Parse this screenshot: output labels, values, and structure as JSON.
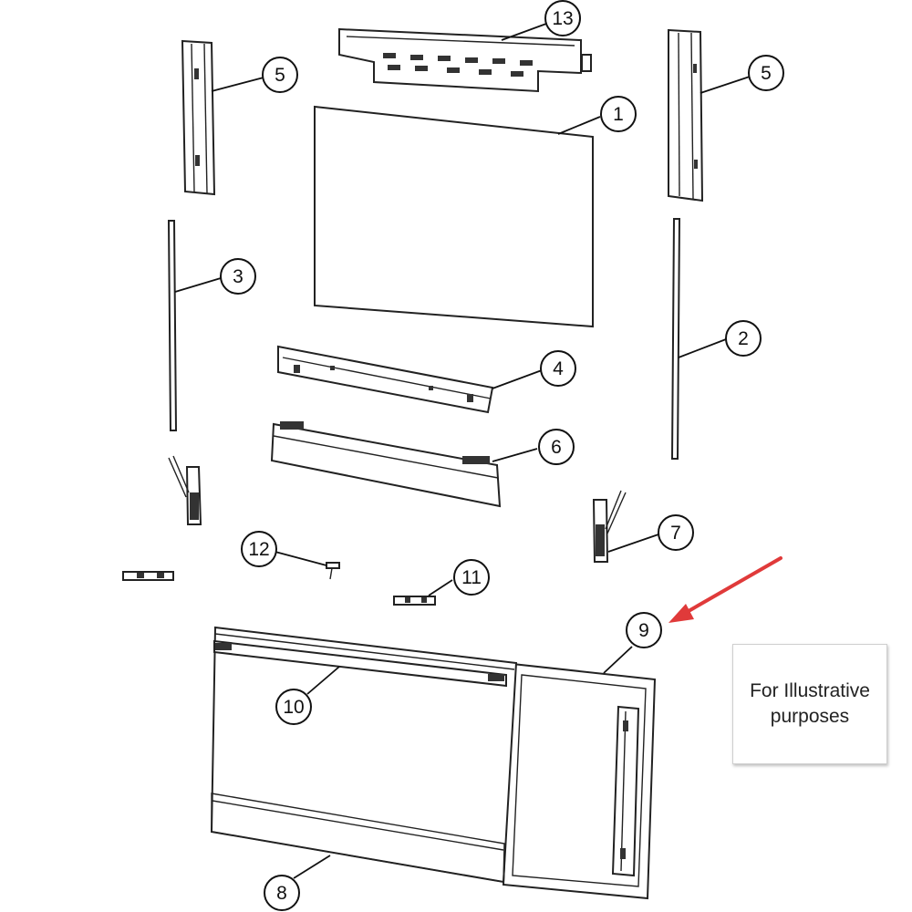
{
  "diagram": {
    "callouts": {
      "c1": "1",
      "c2": "2",
      "c3": "3",
      "c4": "4",
      "c5a": "5",
      "c5b": "5",
      "c6": "6",
      "c7": "7",
      "c8": "8",
      "c9": "9",
      "c10": "10",
      "c11": "11",
      "c12": "12",
      "c13": "13"
    },
    "note": "For Illustrative\npurposes",
    "arrow_color": "#e03a3a"
  }
}
